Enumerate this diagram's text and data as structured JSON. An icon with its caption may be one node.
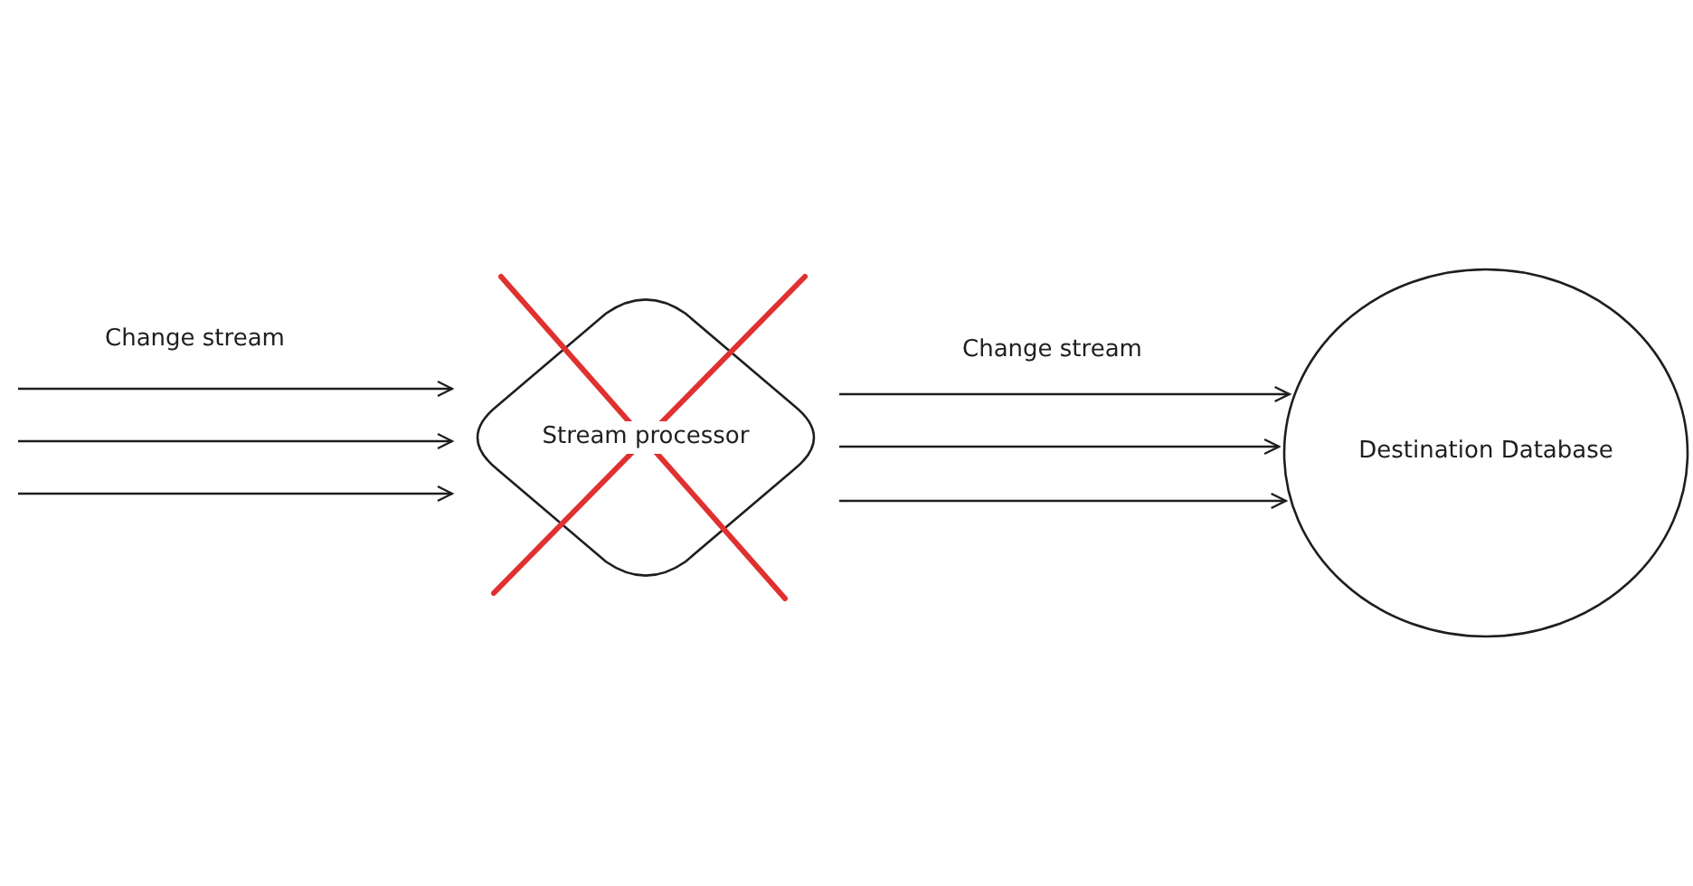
{
  "diagram": {
    "nodes": [
      {
        "text": [
          "Stream processor"
        ]
      },
      {
        "text": [
          "Destination Database"
        ]
      }
    ],
    "edges": [
      {
        "from": null,
        "to": 0,
        "arrow": "to"
      },
      {
        "from": null,
        "to": 0,
        "arrow": "to"
      },
      {
        "from": null,
        "to": 0,
        "arrow": "to"
      },
      {
        "from": 0,
        "to": 1,
        "arrow": "to"
      },
      {
        "from": 0,
        "to": 1,
        "arrow": "to"
      },
      {
        "from": 0,
        "to": 1,
        "arrow": "to"
      }
    ],
    "labels": [
      "Change stream",
      "Change stream"
    ]
  }
}
